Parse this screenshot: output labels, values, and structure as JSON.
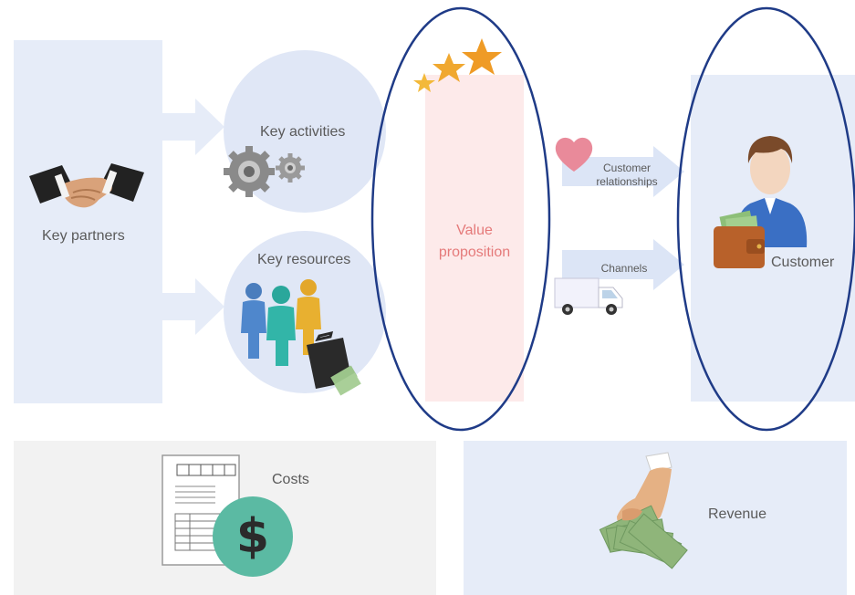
{
  "diagram": {
    "key_partners": "Key partners",
    "key_activities": "Key activities",
    "key_resources": "Key resources",
    "value_proposition_line1": "Value",
    "value_proposition_line2": "proposition",
    "customer_relationships_line1": "Customer",
    "customer_relationships_line2": "relationships",
    "channels": "Channels",
    "customer": "Customer",
    "costs": "Costs",
    "revenue": "Revenue"
  }
}
